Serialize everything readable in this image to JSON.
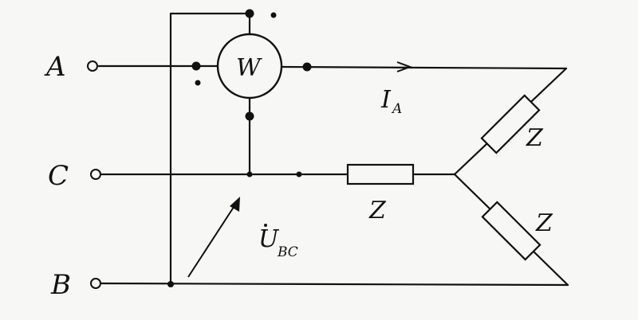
{
  "terminals": {
    "a": "A",
    "c": "C",
    "b": "B"
  },
  "meter": {
    "label": "W"
  },
  "current": {
    "symbol": "I",
    "subscript": "A"
  },
  "voltage": {
    "symbol": "U",
    "subscript": "BC"
  },
  "loads": {
    "label": "Z"
  }
}
